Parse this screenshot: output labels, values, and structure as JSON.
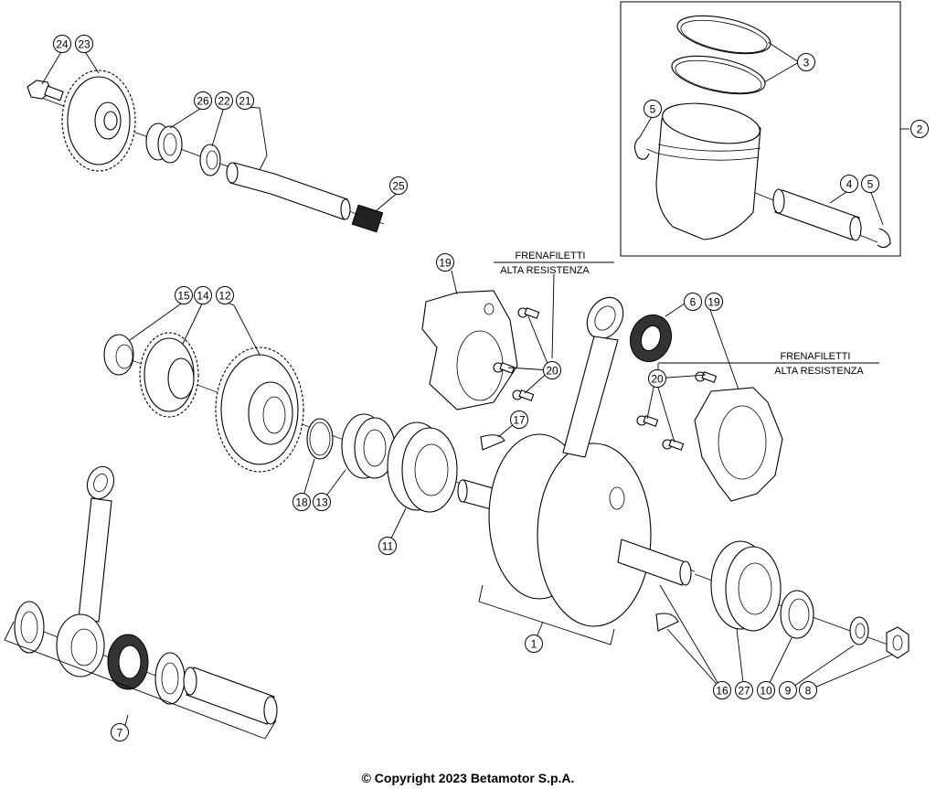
{
  "notes": [
    {
      "line1": "FRENAFILETTI",
      "line2": "ALTA RESISTENZA"
    },
    {
      "line1": "FRENAFILETTI",
      "line2": "ALTA RESISTENZA"
    }
  ],
  "callouts": [
    "24",
    "23",
    "26",
    "22",
    "21",
    "25",
    "3",
    "5",
    "2",
    "4",
    "5",
    "19",
    "6",
    "19",
    "15",
    "14",
    "12",
    "20",
    "20",
    "17",
    "18",
    "13",
    "11",
    "7",
    "1",
    "16",
    "27",
    "10",
    "9",
    "8"
  ],
  "copyright": "© Copyright 2023 Betamotor S.p.A."
}
